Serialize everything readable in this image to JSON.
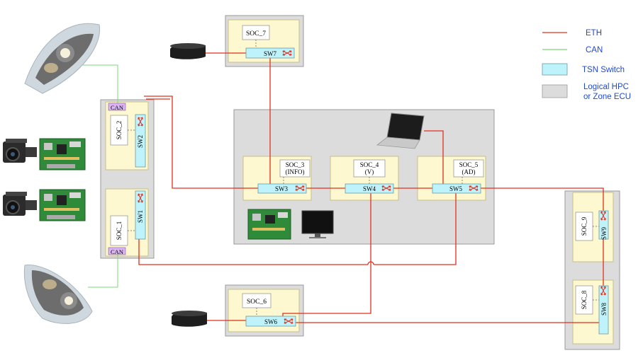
{
  "legend": {
    "eth_label": "ETH",
    "can_label": "CAN",
    "tsn_label": "TSN Switch",
    "hpc_label_line1": "Logical HPC",
    "hpc_label_line2": "or Zone ECU"
  },
  "colors": {
    "eth": "#e0301e",
    "can": "#7ad77a",
    "tsn_fill": "#bff3fb",
    "soc_zone_fill": "#fdf8cf",
    "hpc_fill": "#dcdcdc",
    "legend_text": "#1f49d6"
  },
  "nodes": {
    "soc7": {
      "soc": "SOC_7",
      "sw": "SW7"
    },
    "soc6": {
      "soc": "SOC_6",
      "sw": "SW6"
    },
    "soc3": {
      "soc_line1": "SOC_3",
      "soc_line2": "(INFO)",
      "sw": "SW3"
    },
    "soc4": {
      "soc_line1": "SOC_4",
      "soc_line2": "(V)",
      "sw": "SW4"
    },
    "soc5": {
      "soc_line1": "SOC_5",
      "soc_line2": "(AD)",
      "sw": "SW5"
    },
    "soc2": {
      "soc": "SOC_2",
      "sw": "SW2",
      "can": "CAN"
    },
    "soc1": {
      "soc": "SOC_1",
      "sw": "SW1",
      "can": "CAN"
    },
    "soc9": {
      "soc": "SOC_9",
      "sw": "SW9"
    },
    "soc8": {
      "soc": "SOC_8",
      "sw": "SW8"
    }
  }
}
